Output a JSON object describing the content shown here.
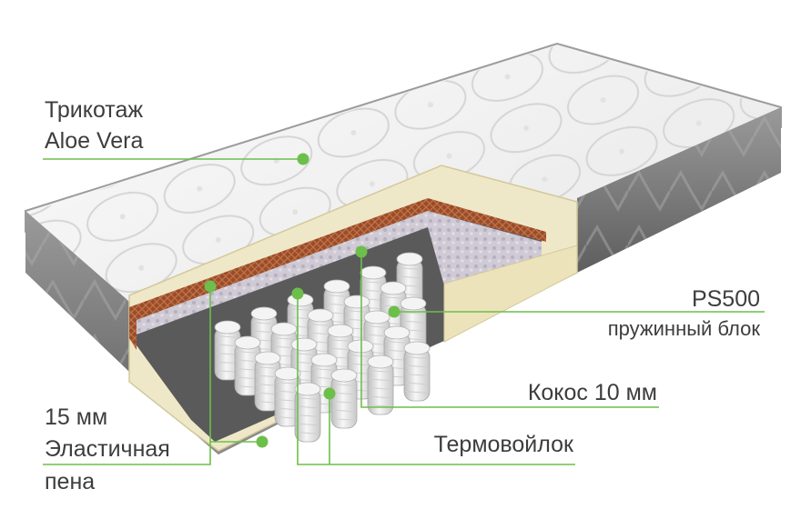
{
  "colors": {
    "callout": "#6cbf4a",
    "text": "#3d3d3d",
    "foam": "#efe8c8",
    "coir": "#a0522d",
    "felt": "#c9c4cc",
    "spring": "#e6e6e6",
    "cover": "#f4f4f4",
    "side": "#7c7c7c"
  },
  "labels": {
    "cover_line1": "Трикотаж",
    "cover_line2": "Aloe Vera",
    "springs_line1": "PS500",
    "springs_line2": "пружинный блок",
    "coir": "Кокос 10 мм",
    "felt": "Термовойлок",
    "foam_line1": "15 мм",
    "foam_line2": "Эластичная",
    "foam_line3": "пена"
  }
}
